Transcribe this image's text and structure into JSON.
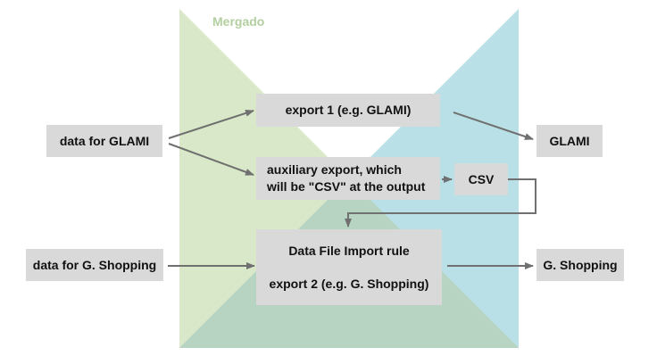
{
  "brand": {
    "label": "Mergado",
    "color": "#b3cfa0"
  },
  "colors": {
    "green_region": "#d9e8c8",
    "blue_region": "#b9e0e6",
    "overlap_region": "#b7d4c2",
    "box_fill": "#d9d9d9",
    "arrow": "#707070"
  },
  "nodes": {
    "data_glami": "data for GLAMI",
    "export1": "export 1 (e.g. GLAMI)",
    "aux_export_line1": "auxiliary export, which",
    "aux_export_line2": "will be \"CSV\" at the output",
    "csv": "CSV",
    "glami": "GLAMI",
    "data_shopping": "data for G. Shopping",
    "import_rule": "Data File Import rule",
    "export2": "export 2 (e.g. G. Shopping)",
    "g_shopping": "G. Shopping"
  },
  "edges": [
    {
      "from": "data_glami",
      "to": "export1"
    },
    {
      "from": "data_glami",
      "to": "aux_export"
    },
    {
      "from": "export1",
      "to": "glami"
    },
    {
      "from": "aux_export",
      "to": "csv"
    },
    {
      "from": "csv",
      "to": "import_rule"
    },
    {
      "from": "data_shopping",
      "to": "import_rule"
    },
    {
      "from": "import_rule",
      "to": "g_shopping"
    }
  ]
}
